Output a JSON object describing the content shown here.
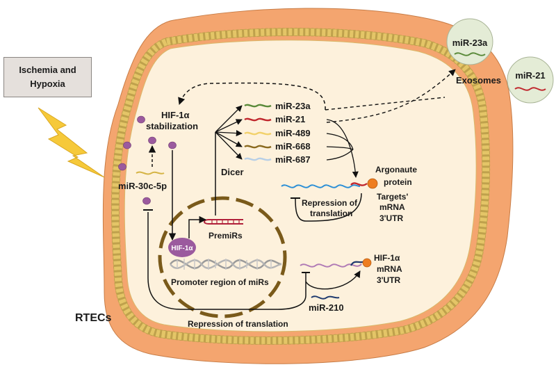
{
  "stimulus": {
    "line1": "Ischemia and",
    "line2": "Hypoxia"
  },
  "cell_label": "RTECs",
  "hif": {
    "stabilization_line1": "HIF-1α",
    "stabilization_line2": "stabilization",
    "protein_label": "HIF-1α"
  },
  "mir30c_label": "miR-30c-5p",
  "dicer_label": "Dicer",
  "premirs_label": "PremiRs",
  "promoter_label": "Promoter region of  miRs",
  "mirs": [
    {
      "label": "miR-23a",
      "color": "#5a8a3a"
    },
    {
      "label": "miR-21",
      "color": "#c0272d"
    },
    {
      "label": "miR-489",
      "color": "#f2d16b"
    },
    {
      "label": "miR-668",
      "color": "#8a6a1f"
    },
    {
      "label": "miR-687",
      "color": "#b8cfe6"
    }
  ],
  "argonaute": {
    "line1": "Argonaute",
    "line2": "protein"
  },
  "repression1": {
    "line1": "Repression of",
    "line2": "translation"
  },
  "targets": {
    "line1": "Targets'",
    "line2": "mRNA",
    "line3": "3'UTR"
  },
  "hif_mrna": {
    "line1": "HIF-1α",
    "line2": "mRNA",
    "line3": "3'UTR"
  },
  "mir210_label": "miR-210",
  "repression_bottom": "Repression of translation",
  "exosomes_label": "Exosomes",
  "exosome_mirs": [
    {
      "label": "miR-23a",
      "color": "#5a8a3a"
    },
    {
      "label": "miR-21",
      "color": "#c0272d"
    }
  ],
  "colors": {
    "cell_outer": "#f4a56f",
    "cytoplasm": "#fdf1dc",
    "membrane_bead": "#f0d27a",
    "nucleus_border": "#7a5a1a",
    "vesicle_fill": "#e4ecd6",
    "argonaute": "#ee7d20",
    "hif_purple": "#9b5a9e"
  }
}
